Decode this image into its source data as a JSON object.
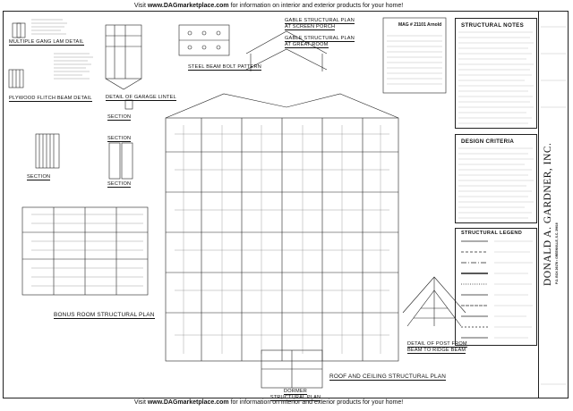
{
  "banner": {
    "top_prefix": "Visit ",
    "site": "www.DAGmarketplace.com",
    "top_suffix": " for information on interior and exterior products for your home!",
    "bottom_prefix": "Visit ",
    "bottom_suffix": " for information on interior and exterior products for your home!"
  },
  "labels": {
    "multiple_gang_lam": "MULTIPLE GANG LAM DETAIL",
    "plywood_flitch": "PLYWOOD FLITCH BEAM DETAIL",
    "garage_lintel": "DETAIL OF GARAGE LINTEL",
    "steel_beam_bolt": "STEEL BEAM BOLT PATTERN",
    "gable_screen_porch": "GABLE STRUCTURAL PLAN AT SCREEN PORCH",
    "gable_great_room": "GABLE STRUCTURAL PLAN AT GREAT ROOM",
    "section_1": "SECTION",
    "section_2": "SECTION",
    "section_3": "SECTION",
    "section_4": "SECTION",
    "bonus_room": "BONUS ROOM STRUCTURAL PLAN",
    "dormer": "DORMER STRUCTURAL PLAN",
    "roof_ceiling": "ROOF AND CEILING STRUCTURAL PLAN",
    "post_detail": "DETAIL OF POST FROM BEAM TO RIDGE BEAM"
  },
  "stamp": "MAG # 21101 Arnold",
  "panels": {
    "structural_notes": "STRUCTURAL NOTES",
    "design_criteria": "DESIGN CRITERIA",
    "structural_legend": "STRUCTURAL LEGEND"
  },
  "title_block": {
    "firm": "DONALD A. GARDNER, INC.",
    "address": "P.O. BOX 26178 • GREENVILLE, S.C. 29616"
  }
}
